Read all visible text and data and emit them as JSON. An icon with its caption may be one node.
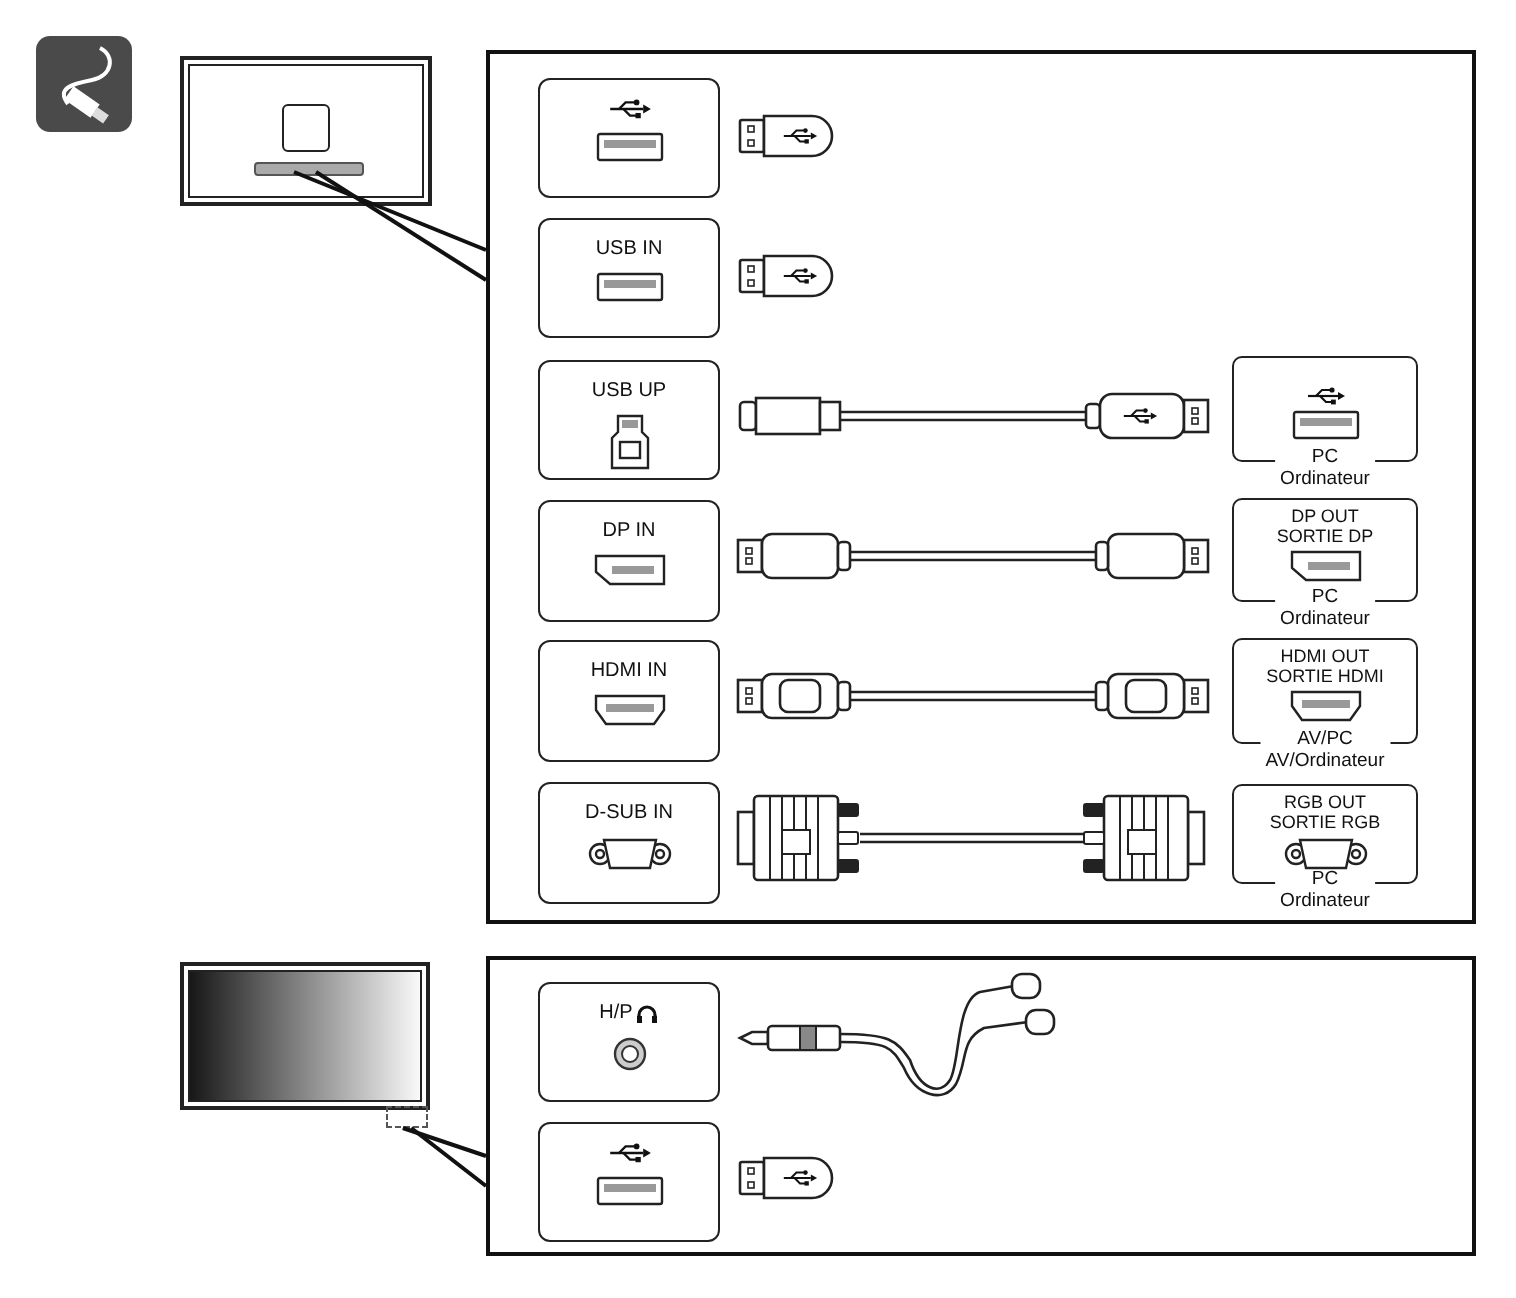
{
  "diagram": {
    "nodes": [
      {
        "text": [],
        "shape": "monitor"
      },
      {
        "text": [],
        "shape": "bar",
        "in": 0
      },
      {
        "text": [],
        "shape": "box"
      },
      {
        "text": [],
        "shape": "box",
        "in": 2
      },
      {
        "text": [
          "USB IN"
        ],
        "in": 2
      },
      {
        "text": [
          "USB UP"
        ],
        "in": 2
      },
      {
        "text": [
          "PC Ordinateur"
        ],
        "in": 2
      },
      {
        "text": [
          "DP IN"
        ],
        "in": 2
      },
      {
        "text": [
          "DP OUT SORTIE DP",
          "PC Ordinateur"
        ],
        "in": 2
      },
      {
        "text": [
          "HDMI IN"
        ],
        "in": 2
      },
      {
        "text": [
          "HDMI OUT SORTIE HDMI",
          "AV/PC AV/Ordinateur"
        ],
        "in": 2
      },
      {
        "text": [
          "D-SUB IN"
        ],
        "in": 2
      },
      {
        "text": [
          "RGB OUT SORTIE RGB",
          "PC Ordinateur"
        ],
        "in": 2
      },
      {
        "text": [],
        "shape": "monitor"
      },
      {
        "text": [],
        "shape": "box"
      },
      {
        "text": [],
        "shape": "box"
      },
      {
        "text": [
          "H/P"
        ],
        "in": 15
      },
      {
        "text": [],
        "shape": "box",
        "in": 15
      }
    ],
    "edges": [
      {
        "from": 1,
        "to": 2,
        "arrow": "none"
      },
      {
        "from": 1,
        "to": 2,
        "arrow": "none"
      },
      {
        "from": 14,
        "to": 15,
        "arrow": "none"
      },
      {
        "from": 14,
        "to": 15,
        "arrow": "none"
      }
    ]
  }
}
